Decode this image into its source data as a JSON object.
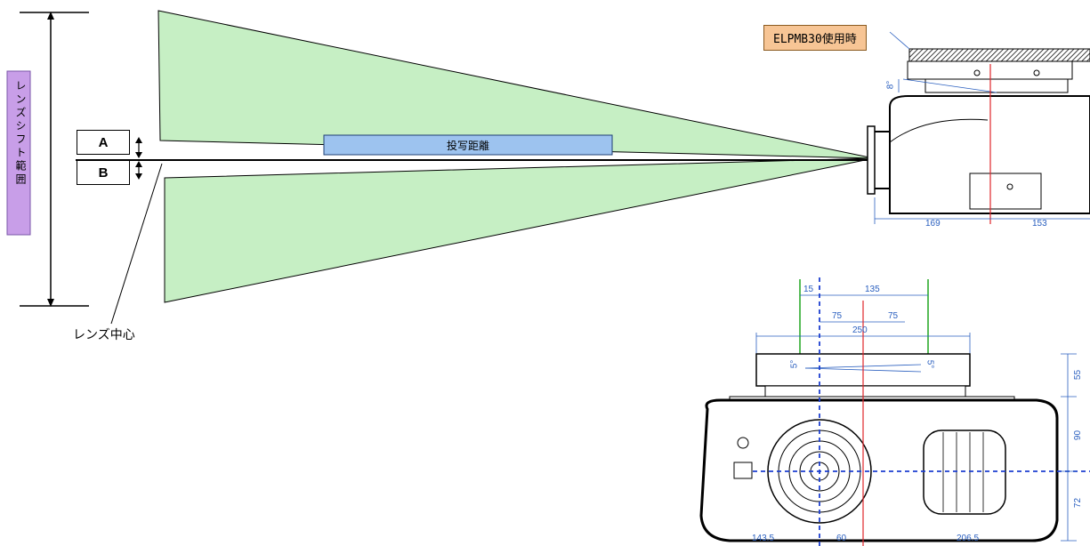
{
  "shift_label": "レンズシフト範囲",
  "lens_center_label": "レンズ中心",
  "throw_distance_label": "投写距離",
  "box_a": "A",
  "box_b": "B",
  "mount_label": "ELPMB30使用時",
  "side_view": {
    "angle": "8°",
    "dims": [
      "169",
      "153"
    ]
  },
  "front_view": {
    "top_dims": [
      "15",
      "135"
    ],
    "mid_dims": [
      "75",
      "75"
    ],
    "width": "250",
    "angle_left": "5°",
    "angle_right": "5°",
    "right_dims": [
      "55",
      "90",
      "72"
    ],
    "bottom_dims": [
      "143.5",
      "60",
      "206.5"
    ]
  },
  "colors": {
    "beam": "#c6efc4",
    "shift_box": "#c89ee8",
    "throw_box": "#9dc3ef",
    "mount_box": "#f7c595",
    "center_red": "#e0252a",
    "dim_blue": "#2a5fbf",
    "dim_green": "#1fa51f"
  }
}
